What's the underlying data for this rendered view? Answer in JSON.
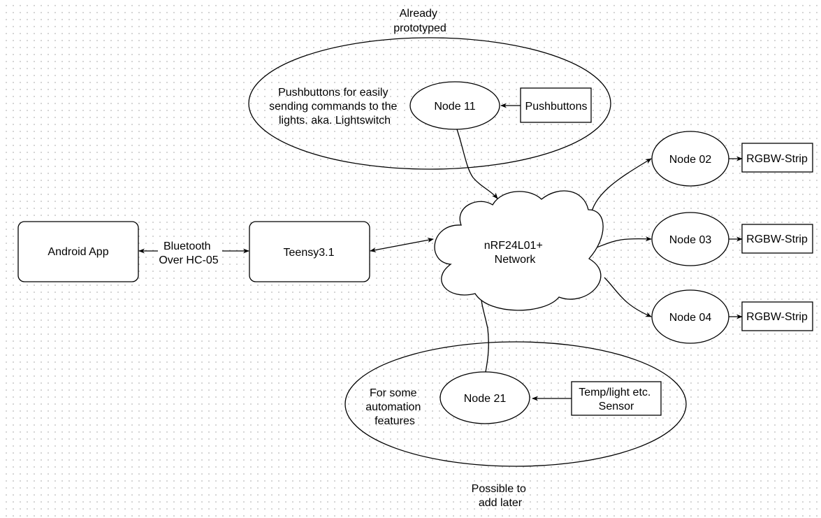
{
  "nodes": {
    "android_app": "Android App",
    "teensy": "Teensy3.1",
    "network": [
      "nRF24L01+",
      "Network"
    ],
    "node11": "Node 11",
    "node02": "Node 02",
    "node03": "Node 03",
    "node04": "Node 04",
    "node21": "Node 21",
    "pushbuttons": "Pushbuttons",
    "strip02": "RGBW-Strip",
    "strip03": "RGBW-Strip",
    "strip04": "RGBW-Strip",
    "sensor": [
      "Temp/light etc.",
      "Sensor"
    ]
  },
  "edge_labels": {
    "bluetooth": [
      "Bluetooth",
      "Over HC-05"
    ]
  },
  "groups": {
    "top": {
      "caption": [
        "Already",
        "prototyped"
      ],
      "note": [
        "Pushbuttons for easily",
        "sending commands to the",
        "lights. aka. Lightswitch"
      ]
    },
    "bottom": {
      "caption": [
        "Possible to",
        "add later"
      ],
      "note": [
        "For some",
        "automation",
        "features"
      ]
    }
  }
}
